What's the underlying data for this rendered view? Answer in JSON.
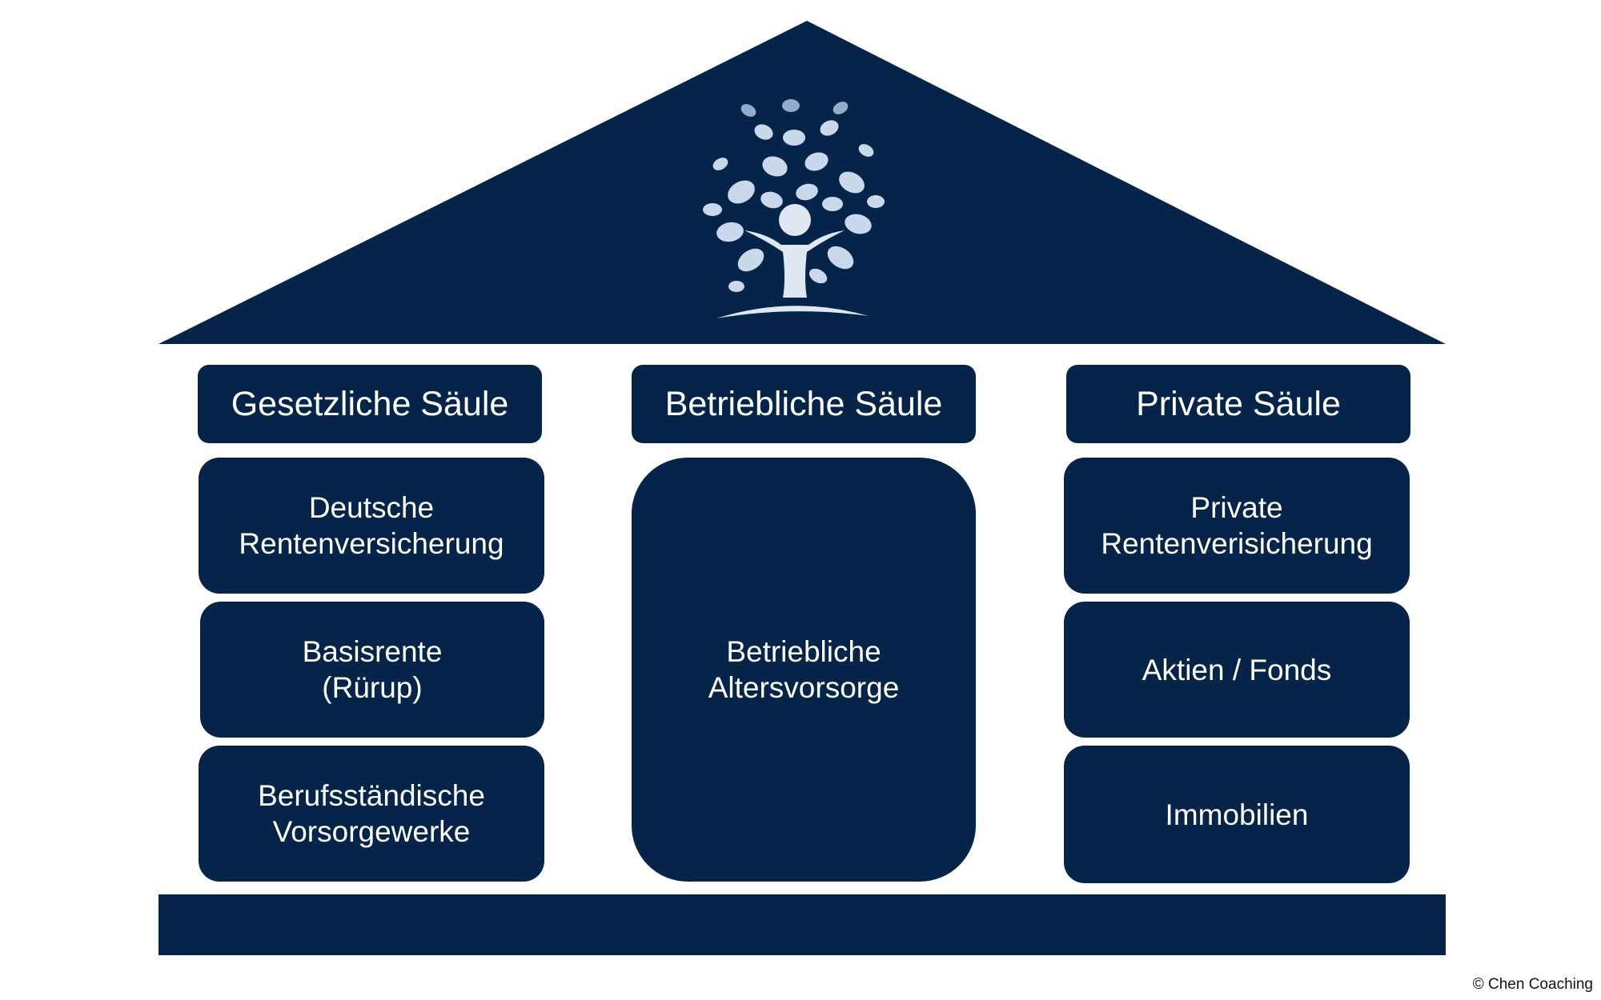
{
  "colors": {
    "primary": "#04244a",
    "logo_light": "#dfe7f1",
    "logo_accent": "#b8cfe7"
  },
  "roof": {
    "logo_icon": "tree-of-hands-icon"
  },
  "columns": [
    {
      "header": "Gesetzliche Säule",
      "items": [
        "Deutsche\nRentenversicherung",
        "Basisrente\n(Rürup)",
        "Berufsständische\nVorsorgewerke"
      ]
    },
    {
      "header": "Betriebliche Säule",
      "items": [
        "Betriebliche\nAltersvorsorge"
      ]
    },
    {
      "header": "Private Säule",
      "items": [
        "Private\nRentenverisicherung",
        "Aktien / Fonds",
        "Immobilien"
      ]
    }
  ],
  "footer": {
    "copyright": "© Chen Coaching"
  }
}
